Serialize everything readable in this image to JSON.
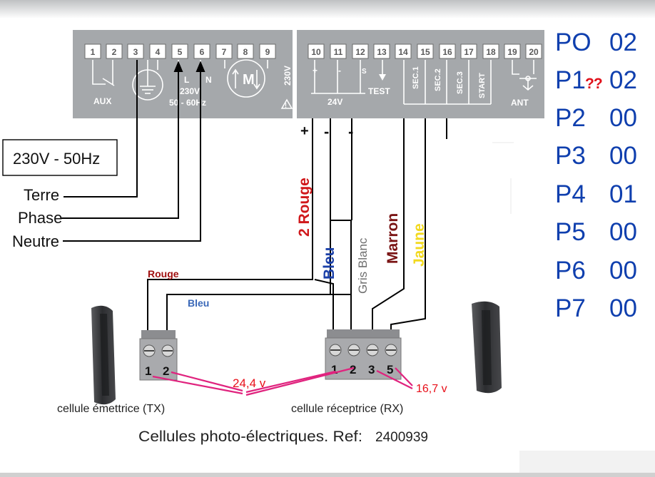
{
  "terminals": [
    "1",
    "2",
    "3",
    "4",
    "5",
    "6",
    "7",
    "8",
    "9",
    "10",
    "11",
    "12",
    "13",
    "14",
    "15",
    "16",
    "17",
    "18",
    "19",
    "20"
  ],
  "block_labels": {
    "aux": "AUX",
    "l": "L",
    "n": "N",
    "v230": "230V",
    "hz": "50 - 60Hz",
    "v230_side": "230V",
    "v24": "24V",
    "test": "TEST",
    "sec1": "SEC.1",
    "sec2": "SEC.2",
    "sec3": "SEC.3",
    "start": "START",
    "ant": "ANT",
    "plus_small": "+",
    "minus_small": "-",
    "s_small": "S",
    "m": "M"
  },
  "power": {
    "box": "230V - 50Hz",
    "terre": "Terre",
    "phase": "Phase",
    "neutre": "Neutre"
  },
  "polarity": {
    "plus": "+",
    "minus1": "-",
    "minus2": "-"
  },
  "wires": {
    "rouge_2": "2 Rouge",
    "bleu_v": "Bleu",
    "gris_blanc": "Gris Blanc",
    "marron": "Marron",
    "jaune": "Jaune",
    "rouge_h": "Rouge",
    "bleu_h": "Bleu"
  },
  "tx": {
    "t1": "1",
    "t2": "2",
    "label": "cellule émettrice (TX)"
  },
  "rx": {
    "t1": "1",
    "t2": "2",
    "t3": "3",
    "t5": "5",
    "label": "cellule réceptrice (RX)"
  },
  "voltages": {
    "tx": "24,4 v",
    "rx": "16,7 v"
  },
  "caption": {
    "text": "Cellules photo-électriques. Ref:",
    "ref": "2400939"
  },
  "params": [
    {
      "name": "PO",
      "value": "02"
    },
    {
      "name": "P1",
      "note": "??",
      "value": "02"
    },
    {
      "name": "P2",
      "value": "00"
    },
    {
      "name": "P3",
      "value": "00"
    },
    {
      "name": "P4",
      "value": "01"
    },
    {
      "name": "P5",
      "value": "00"
    },
    {
      "name": "P6",
      "value": "00"
    },
    {
      "name": "P7",
      "value": "00"
    }
  ],
  "colors": {
    "panel": "#a5a8ab",
    "param_blue": "#0f3fae",
    "red_wire_label": "#d0181b",
    "blue_wire_label": "#1a3fa8",
    "marron": "#7a1414",
    "jaune": "#f2d91e",
    "gris": "#6e6e6e",
    "pink_line": "#e0237e",
    "voltage_red": "#e8101a"
  }
}
